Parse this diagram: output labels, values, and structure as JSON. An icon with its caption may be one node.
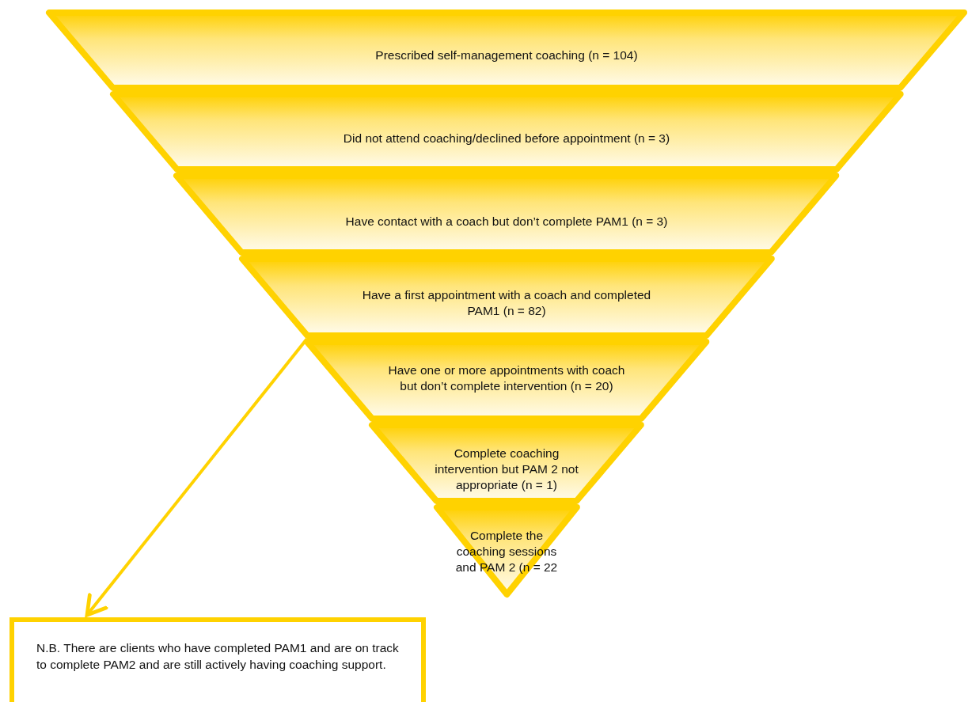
{
  "diagram": {
    "nodes": [
      {
        "text": [
          "Prescribed self-management coaching (n = 104)"
        ]
      },
      {
        "text": [
          "Did not attend coaching/declined before appointment (n = 3)"
        ]
      },
      {
        "text": [
          "Have contact with a coach but don’t complete PAM1 (n = 3)"
        ]
      },
      {
        "text": [
          "Have a first appointment with a coach and completed PAM1 (n = 82)"
        ]
      },
      {
        "text": [
          "Have one or more appointments with coach but don’t complete intervention (n = 20)"
        ]
      },
      {
        "text": [
          "Complete coaching intervention but PAM 2 not appropriate (n = 1)"
        ]
      },
      {
        "text": [
          "Complete the coaching sessions and PAM 2 (n = 22"
        ]
      },
      {
        "text": [
          "N.B. There are clients who have completed PAM1 and are on track to complete PAM2 and are still actively having coaching support."
        ]
      }
    ],
    "edges": [
      {
        "from": 3,
        "to": 7,
        "arrow": "to"
      }
    ]
  }
}
